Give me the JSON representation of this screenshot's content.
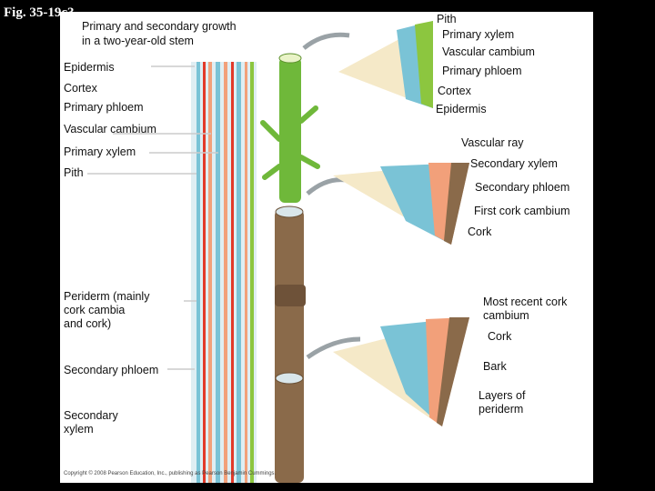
{
  "figure_label": "Fig. 35-19c3",
  "title": {
    "line1": "Primary and secondary growth",
    "line2": "in a two-year-old stem"
  },
  "left_labels": {
    "epidermis": "Epidermis",
    "cortex": "Cortex",
    "primary_phloem": "Primary phloem",
    "vascular_cambium": "Vascular cambium",
    "primary_xylem": "Primary xylem",
    "pith": "Pith",
    "periderm_line1": "Periderm (mainly",
    "periderm_line2": "cork cambia",
    "periderm_line3": "and cork)",
    "secondary_phloem": "Secondary phloem",
    "secondary_xylem_line1": "Secondary",
    "secondary_xylem_line2": "xylem"
  },
  "right_labels": {
    "pith": "Pith",
    "primary_xylem": "Primary xylem",
    "vascular_cambium": "Vascular cambium",
    "primary_phloem": "Primary phloem",
    "cortex": "Cortex",
    "epidermis": "Epidermis",
    "vascular_ray": "Vascular ray",
    "secondary_xylem": "Secondary xylem",
    "secondary_phloem": "Secondary phloem",
    "first_cork_cambium": "First cork cambium",
    "cork": "Cork",
    "most_recent_line1": "Most recent cork",
    "most_recent_line2": "cambium",
    "cork2": "Cork",
    "bark": "Bark",
    "layers_line1": "Layers of",
    "layers_line2": "periderm"
  },
  "copyright": "Copyright © 2008 Pearson Education, Inc., publishing as Pearson Benjamin Cummings.",
  "colors": {
    "pith": "#f5e9c8",
    "xylem": "#7ac3d6",
    "cambium": "#e23a2a",
    "phloem": "#f2a07a",
    "cortex": "#8cc63f",
    "bark": "#8a6a4a",
    "background": "#000000"
  }
}
